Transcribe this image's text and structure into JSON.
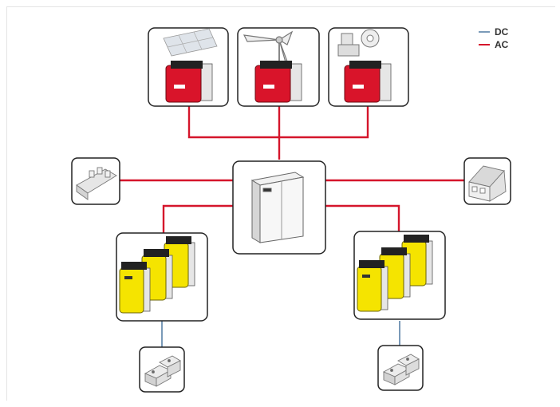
{
  "legend": {
    "items": [
      {
        "label": "DC",
        "color": "#7a9ab8"
      },
      {
        "label": "AC",
        "color": "#d5152b"
      }
    ]
  },
  "colors": {
    "ac_line": "#d5152b",
    "dc_line": "#7a9ab8",
    "inverter_red": "#d9142a",
    "inverter_yellow": "#f5e400",
    "box_border": "#222222"
  },
  "nodes": [
    {
      "id": "pv-inverter",
      "icon": "solar-panel-inverter-icon"
    },
    {
      "id": "wind-inverter",
      "icon": "wind-turbine-inverter-icon"
    },
    {
      "id": "hydro-inverter",
      "icon": "hydro-generator-inverter-icon"
    },
    {
      "id": "generator",
      "icon": "generator-icon"
    },
    {
      "id": "main-cabinet",
      "icon": "cabinet-icon"
    },
    {
      "id": "house",
      "icon": "house-icon"
    },
    {
      "id": "battery-inverters-left",
      "icon": "battery-inverters-icon"
    },
    {
      "id": "battery-inverters-right",
      "icon": "battery-inverters-icon"
    },
    {
      "id": "battery-bank-left",
      "icon": "battery-bank-icon"
    },
    {
      "id": "battery-bank-right",
      "icon": "battery-bank-icon"
    }
  ]
}
